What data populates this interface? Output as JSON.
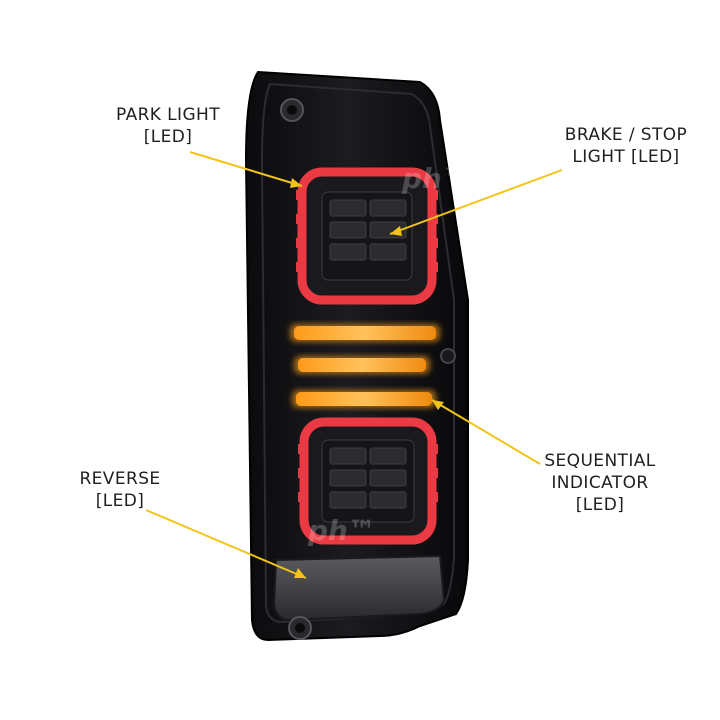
{
  "callouts": {
    "park": {
      "line1": "PARK LIGHT",
      "line2": "[LED]"
    },
    "brake": {
      "line1": "BRAKE / STOP",
      "line2": "LIGHT [LED]"
    },
    "sequential": {
      "line1": "SEQUENTIAL",
      "line2": "INDICATOR",
      "line3": "[LED]"
    },
    "reverse": {
      "line1": "REVERSE",
      "line2": "[LED]"
    }
  },
  "watermark": {
    "top": "ph™",
    "bottom": "ph™"
  },
  "colors": {
    "leader": "#f2c318",
    "housing": "#121214",
    "ring_red": "#e8313a",
    "amber": "#f7a21a",
    "lens_smoke": "#3a3a3e"
  }
}
